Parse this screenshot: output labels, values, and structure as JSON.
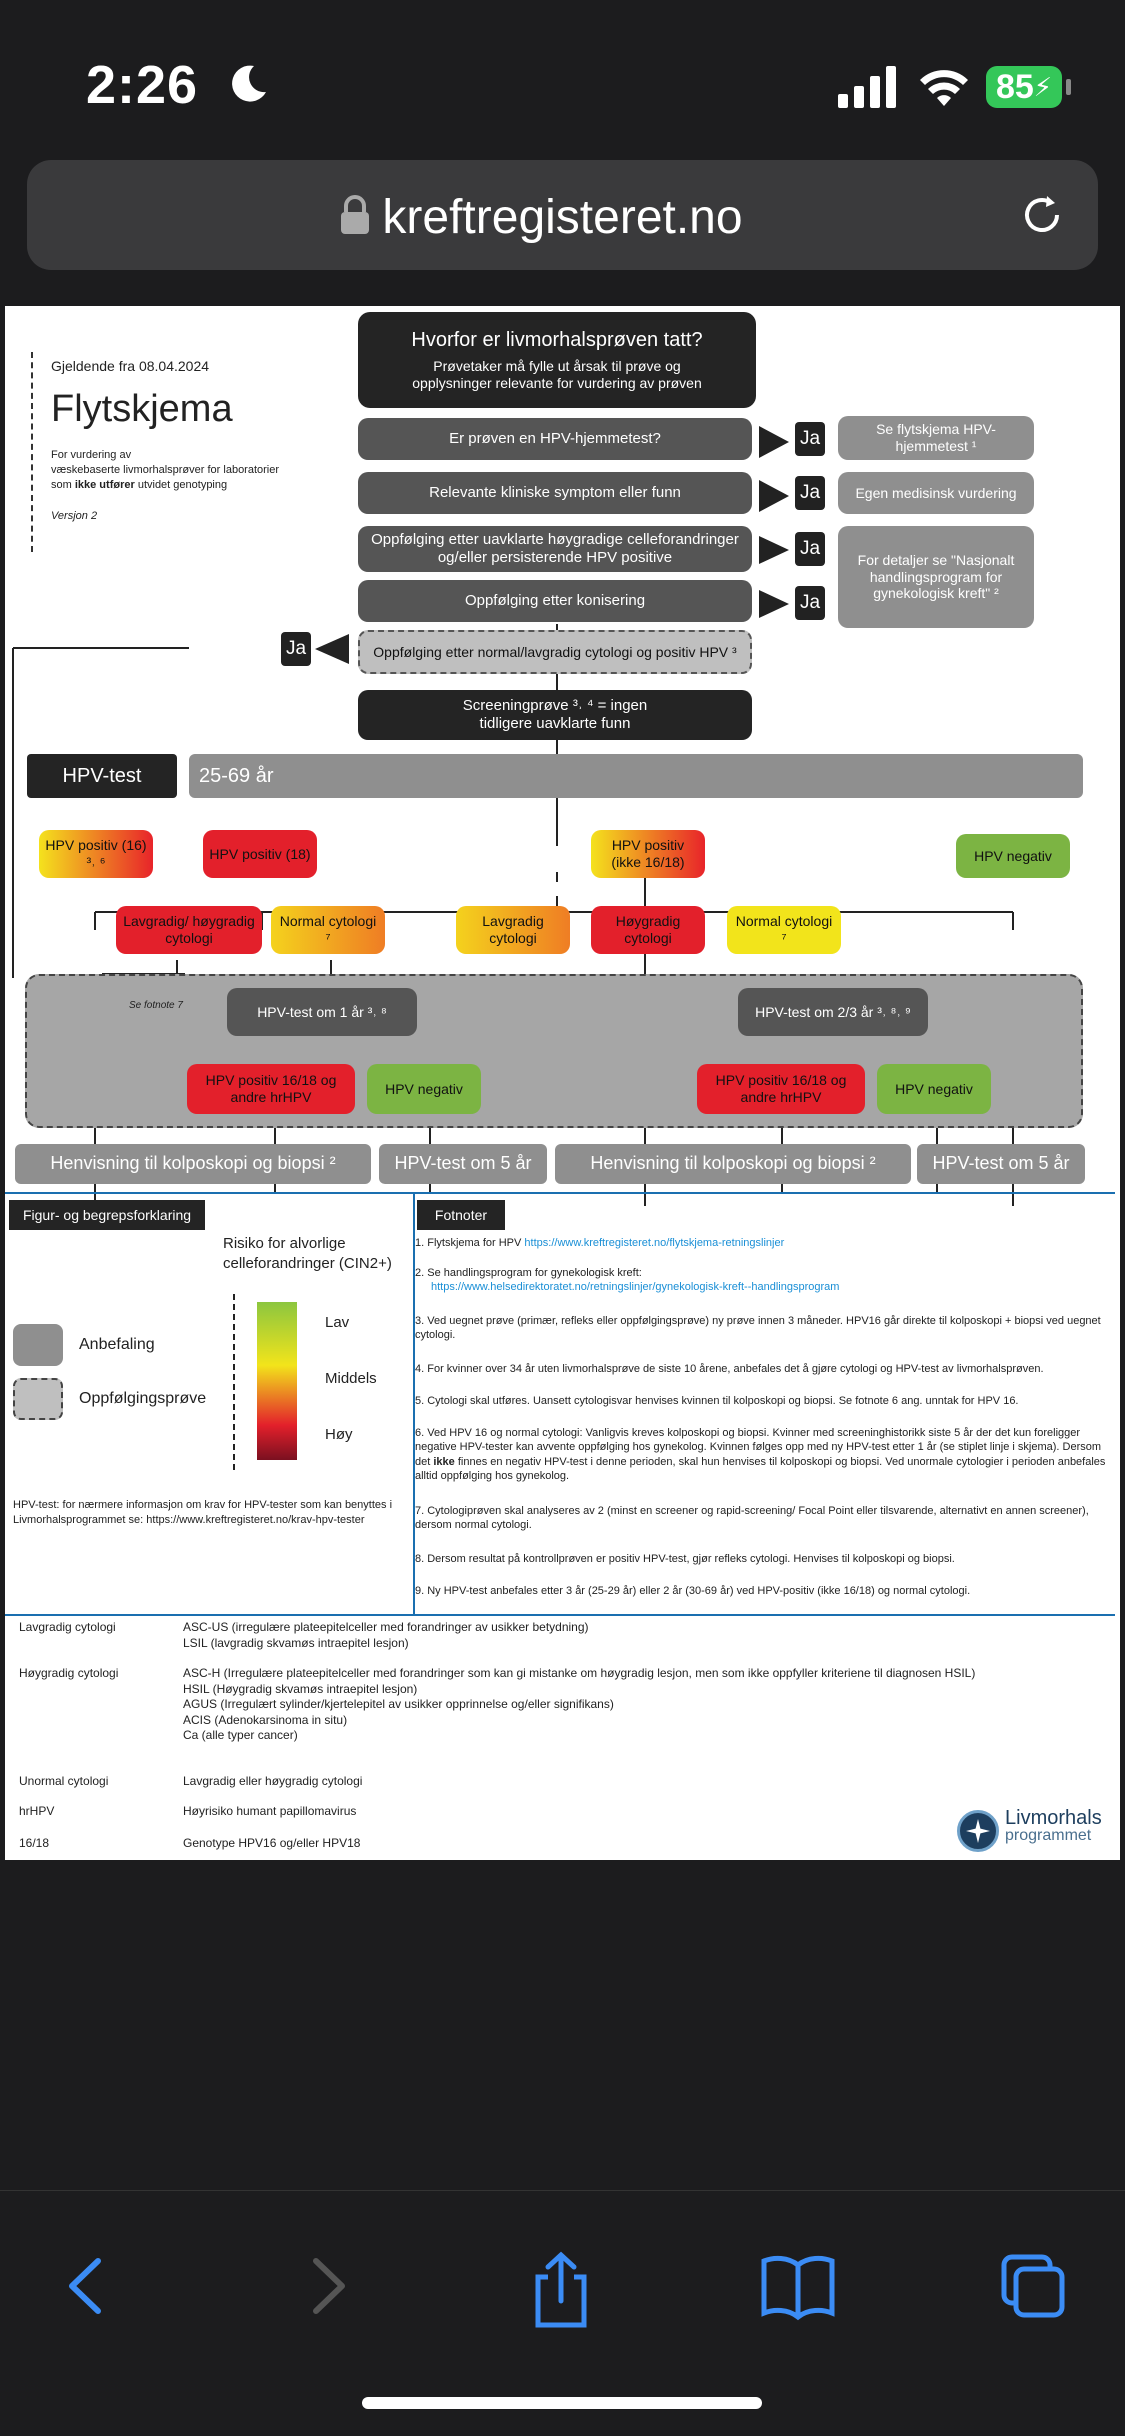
{
  "status": {
    "time": "2:26",
    "battery": "85"
  },
  "browser": {
    "url": "kreftregisteret.no"
  },
  "doc": {
    "date": "Gjeldende fra 08.04.2024",
    "title": "Flytskjema",
    "subtitle_lines": [
      "For vurdering av",
      "væskebaserte livmorhalsprøver for laboratorier"
    ],
    "subtitle_last_pre": "som ",
    "subtitle_last_bold": "ikke utfører",
    "subtitle_last_post": " utvidet genotyping",
    "version": "Versjon 2",
    "q_title": "Hvorfor er livmorhalsprøven tatt?",
    "q_sub": "Prøvetaker må fylle ut årsak til prøve og opplysninger relevante for vurdering av prøven",
    "r1": "Er prøven en HPV-hjemmetest?",
    "r2": "Relevante kliniske symptom eller funn",
    "r3": "Oppfølging etter uavklarte høygradige celleforandringer og/eller persisterende HPV positive",
    "r4": "Oppfølging etter konisering",
    "r5": "Oppfølging etter normal/lavgradig cytologi og positiv HPV ³",
    "ja": "Ja",
    "s1": "Se flytskjema HPV-hjemmetest ¹",
    "s2": "Egen medisinsk vurdering",
    "s3": "For detaljer se \"Nasjonalt handlingsprogram for gynekologisk kreft\" ²",
    "screening": "Screeningprøve ³˒ ⁴ = ingen tidligere uavklarte funn",
    "hpvtest": "HPV-test",
    "age": "25-69 år",
    "hpv16": "HPV positiv (16) ³˒ ⁶",
    "hpv18": "HPV positiv (18)",
    "hpvother": "HPV positiv (ikke 16/18)",
    "hpvneg": "HPV negativ",
    "lh": "Lavgradig/ høygradig cytologi",
    "norm7": "Normal cytologi ⁷",
    "lav": "Lavgradig cytologi",
    "hoy": "Høygradig cytologi",
    "norm7b": "Normal cytologi ⁷",
    "sefot": "Se fotnote 7",
    "test1": "HPV-test om 1 år ³˒ ⁸",
    "test23": "HPV-test om 2/3 år ³˒ ⁸˒ ⁹",
    "pos1618": "HPV positiv 16/18 og andre hrHPV",
    "neg": "HPV negativ",
    "henv": "Henvisning til kolposkopi og biopsi ²",
    "t5": "HPV-test om 5 år",
    "legend_title": "Figur- og begrepsforklaring",
    "risk_title": "Risiko for alvorlige celleforandringer (CIN2+)",
    "anbef": "Anbefaling",
    "oppf": "Oppfølgingsprøve",
    "lv": "Lav",
    "md": "Middels",
    "hy": "Høy",
    "hpvnote": "HPV-test: for nærmere informasjon om krav for HPV-tester som kan benyttes i Livmorhalsprogrammet se: https://www.kreftregisteret.no/krav-hpv-tester",
    "fot_title": "Fotnoter",
    "fn1": "1.  Flytskjema for HPV ",
    "fn1l": "https://www.kreftregisteret.no/flytskjema-retningslinjer",
    "fn2": "2.  Se handlingsprogram for gynekologisk kreft:",
    "fn2l": "https://www.helsedirektoratet.no/retningslinjer/gynekologisk-kreft--handlingsprogram",
    "fn3": "3.  Ved uegnet prøve (primær, refleks eller oppfølgingsprøve) ny prøve innen 3 måneder. HPV16 går direkte til kolposkopi + biopsi ved uegnet cytologi.",
    "fn4": "4.  For kvinner over 34 år uten livmorhalsprøve de siste 10 årene, anbefales det å gjøre cytologi og HPV-test av livmorhalsprøven.",
    "fn5": "5.  Cytologi skal utføres. Uansett cytologisvar henvises kvinnen til kolposkopi og biopsi. Se fotnote 6 ang. unntak for HPV 16.",
    "fn6a": "6.  Ved HPV 16 og normal cytologi: Vanligvis kreves kolposkopi og biopsi. Kvinner med screeninghistorikk siste 5 år der det kun foreligger negative HPV-tester kan avvente oppfølging hos gynekolog. Kvinnen følges opp med ny HPV-test etter 1 år (se stiplet linje i skjema). Dersom det ",
    "fn6b": "ikke",
    "fn6c": " finnes en negativ HPV-test i denne perioden, skal hun henvises til kolposkopi og biopsi. Ved unormale cytologier i perioden anbefales alltid oppfølging hos gynekolog.",
    "fn7": "7.  Cytologiprøven skal analyseres av 2 (minst en screener og rapid-screening/ Focal Point eller tilsvarende, alternativt en annen screener), dersom normal cytologi.",
    "fn8": "8.  Dersom resultat på kontrollprøven er positiv HPV-test, gjør refleks cytologi. Henvises til kolposkopi og biopsi.",
    "fn9": "9.  Ny HPV-test anbefales etter 3 år (25-29 år) eller 2 år (30-69 år) ved HPV-positiv (ikke 16/18) og normal cytologi.",
    "g1t": "Lavgradig cytologi",
    "g1d": "ASC-US (irregulære plateepitelceller med forandringer av usikker betydning)\nLSIL (lavgradig skvamøs intraepitel lesjon)",
    "g2t": "Høygradig cytologi",
    "g2d": "ASC-H (Irregulære plateepitelceller med forandringer som kan gi mistanke om høygradig lesjon, men som ikke oppfyller kriteriene til diagnosen HSIL)\nHSIL (Høygradig skvamøs intraepitel lesjon)\nAGUS (Irregulært sylinder/kjertelepitel av usikker opprinnelse og/eller signifikans)\nACIS (Adenokarsinoma in situ)\nCa (alle typer cancer)",
    "g3t": "Unormal cytologi",
    "g3d": "Lavgradig eller høygradig cytologi",
    "g4t": "hrHPV",
    "g4d": "Høyrisiko humant papillomavirus",
    "g5t": "16/18",
    "g5d": "Genotype HPV16 og/eller HPV18",
    "logo1": "Livmorhals",
    "logo2": "programmet"
  },
  "colors": {
    "accent": "#1a8fd6",
    "red": "#e3202b",
    "yellow": "#f2e41b",
    "green": "#7cb443"
  }
}
